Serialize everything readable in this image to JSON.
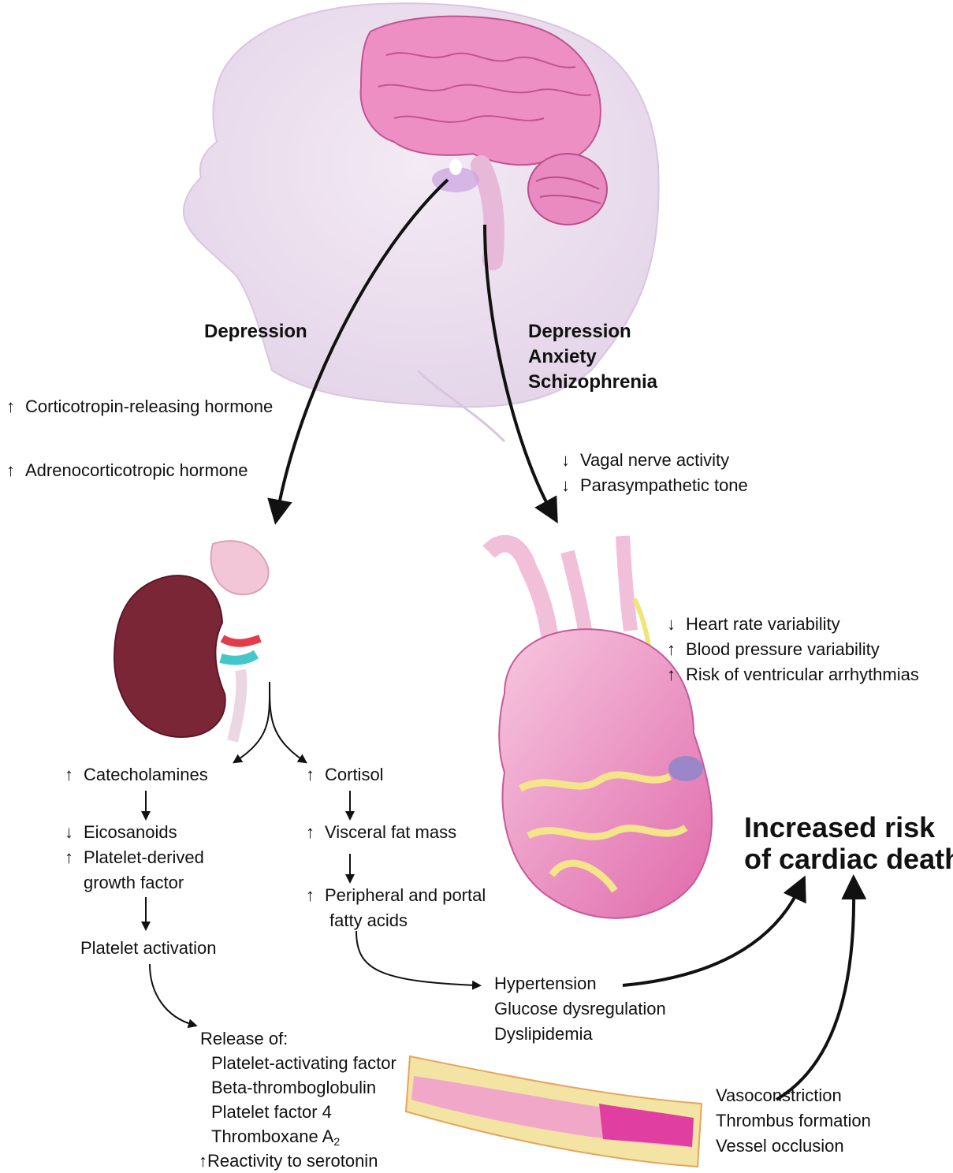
{
  "labels": {
    "left_cause": "Depression",
    "right_causes": [
      "Depression",
      "Anxiety",
      "Schizophrenia"
    ],
    "up": "↑",
    "down": "↓",
    "hormones": [
      "Corticotropin-releasing hormone",
      "Adrenocorticotropic hormone"
    ],
    "vagal": [
      "Vagal nerve activity",
      "Parasympathetic tone"
    ],
    "heart_effects": [
      {
        "dir": "↓",
        "text": "Heart rate variability"
      },
      {
        "dir": "↑",
        "text": "Blood pressure variability"
      },
      {
        "dir": "↑",
        "text": "Risk of ventricular arrhythmias"
      }
    ],
    "catecholamines": "Catecholamines",
    "eicosanoids": "Eicosanoids",
    "pdgf_1": "Platelet-derived",
    "pdgf_2": "growth factor",
    "platelet_activation": "Platelet activation",
    "release_of": "Release of:",
    "released": [
      "Platelet-activating factor",
      "Beta-thromboglobulin",
      "Platelet factor 4"
    ],
    "thromboxane": "Thromboxane A",
    "thromboxane_sub": "2",
    "serotonin": "Reactivity to serotonin",
    "cortisol": "Cortisol",
    "visceral": "Visceral fat mass",
    "fatty_1": "Peripheral and portal",
    "fatty_2": "fatty acids",
    "metabolic": [
      "Hypertension",
      "Glucose dysregulation",
      "Dyslipidemia"
    ],
    "vascular": [
      "Vasoconstriction",
      "Thrombus formation",
      "Vessel occlusion"
    ],
    "outcome": [
      "Increased risk",
      "of cardiac death"
    ]
  },
  "colors": {
    "head_skin": "#ece0ee",
    "brain": "#ee8fc4",
    "kidney": "#7a2636",
    "heart": "#f2a8d2",
    "fat": "#f4e48a",
    "arrow": "#111111"
  }
}
